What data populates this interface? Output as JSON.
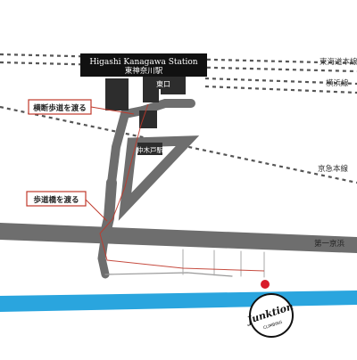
{
  "station": {
    "name_en": "Higashi Kanagawa Station",
    "name_ja": "東神奈川駅",
    "exit_east": "東口",
    "station_hakuraku": "仲木戸駅"
  },
  "rail_lines": {
    "tokaido": "東海道本線",
    "yokohama": "横浜線",
    "keikyu": "京急本線"
  },
  "roads": {
    "daiichi_keihin": "第一京浜"
  },
  "route_notes": {
    "crosswalk": "横断歩道を渡る",
    "footbridge": "歩道橋を渡る"
  },
  "logo": {
    "text": "Junktion",
    "subtext": "CLIMBING"
  },
  "colors": {
    "road": "#6e6e6e",
    "station_box": "#2d2d2d",
    "river": "#2aa5de",
    "route_line": "#c0392b",
    "marker": "#d81b2a",
    "rail_dash": "#555555"
  }
}
